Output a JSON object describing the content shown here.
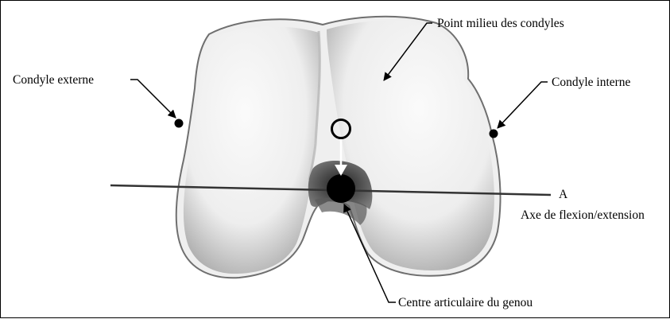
{
  "labels": {
    "midpoint": "Point milieu des condyles",
    "external_condyle": "Condyle externe",
    "internal_condyle": "Condyle interne",
    "axis_letter": "A",
    "axis_name": "Axe de flexion/extension",
    "joint_center": "Centre articulaire du genou"
  },
  "colors": {
    "line": "#000000",
    "bone_light": "#f4f4f4",
    "bone_shadow": "#8a8a8a",
    "notch": "#3a3a3a"
  }
}
